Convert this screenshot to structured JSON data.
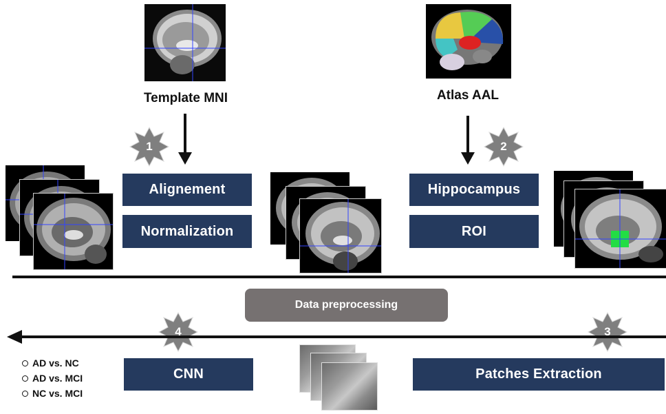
{
  "template_label": "Template MNI",
  "atlas_label": "Atlas AAL",
  "boxes": {
    "alignement": "Alignement",
    "normalization": "Normalization",
    "hippocampus": "Hippocampus",
    "roi": "ROI",
    "cnn": "CNN",
    "patches": "Patches Extraction"
  },
  "steps": [
    "1",
    "2",
    "3",
    "4"
  ],
  "preprocessing_label": "Data preprocessing",
  "classifications": [
    "AD vs. NC",
    "AD vs. MCI",
    "NC vs. MCI"
  ],
  "colors": {
    "box": "#253a5e",
    "star": "#7f7f7f",
    "preprocessing": "#767171",
    "roi_highlight": "#22dd44"
  }
}
